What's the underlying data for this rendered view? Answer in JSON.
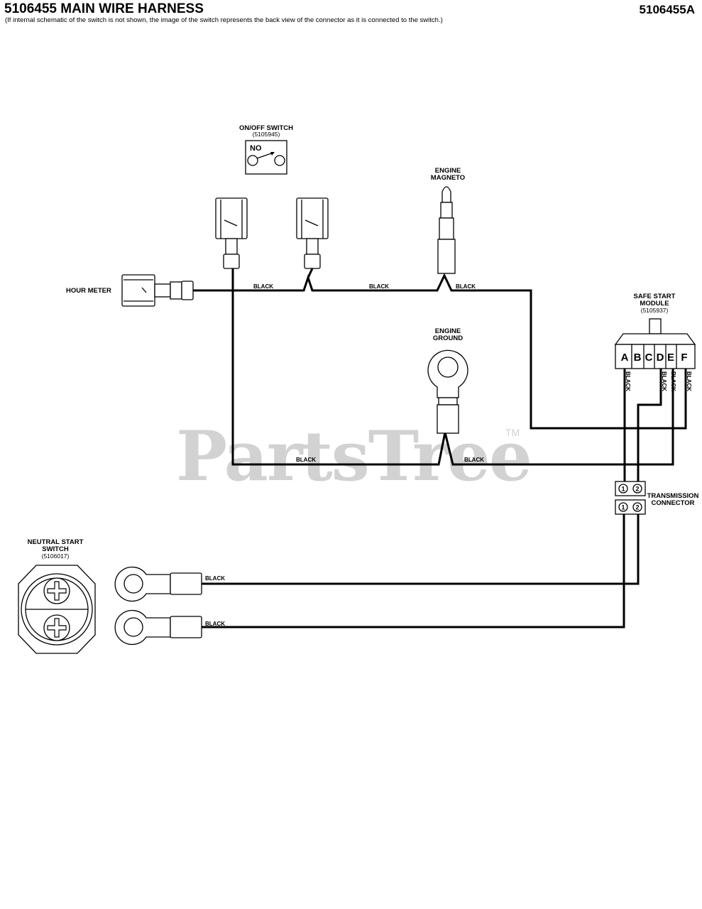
{
  "header": {
    "title": "5106455 MAIN WIRE HARNESS",
    "doc_id": "5106455A",
    "note": "(If internal schematic of the switch is not shown, the image of the switch represents the back view of the connector as it is connected to the switch.)"
  },
  "watermark": {
    "text": "PartsTree",
    "tm": "TM"
  },
  "components": {
    "on_off_switch": {
      "label": "ON/OFF SWITCH",
      "part_number": "(5105945)",
      "state": "NO"
    },
    "engine_magneto": {
      "label_line1": "ENGINE",
      "label_line2": "MAGNETO"
    },
    "hour_meter": {
      "label": "HOUR METER"
    },
    "engine_ground": {
      "label_line1": "ENGINE",
      "label_line2": "GROUND"
    },
    "safe_start_module": {
      "label_line1": "SAFE START",
      "label_line2": "MODULE",
      "part_number": "(5105937)",
      "pins": [
        "A",
        "B",
        "C",
        "D",
        "E",
        "F"
      ]
    },
    "transmission_connector": {
      "label_line1": "TRANSMISSION",
      "label_line2": "CONNECTOR",
      "terminals": [
        "1",
        "2"
      ]
    },
    "neutral_start_switch": {
      "label_line1": "NEUTRAL START",
      "label_line2": "SWITCH",
      "part_number": "(5106017)"
    }
  },
  "wires": {
    "w_hour_to_switch": "BLACK",
    "w_switch_to_magneto": "BLACK",
    "w_magneto_to_module": "BLACK",
    "w_module_a": "BLACK",
    "w_module_d": "BLACK",
    "w_module_e": "BLACK",
    "w_module_f": "BLACK",
    "w_switch_to_ground": "BLACK",
    "w_ground_to_module": "BLACK",
    "w_neutral_upper": "BLACK",
    "w_neutral_lower": "BLACK"
  }
}
